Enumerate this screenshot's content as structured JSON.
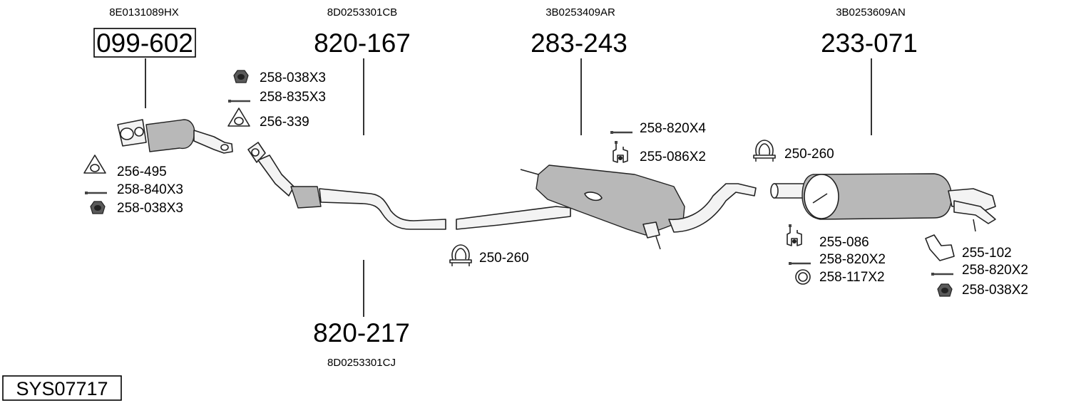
{
  "system_code": "SYS07717",
  "parts": [
    {
      "oem": "8E0131089HX",
      "number": "099-602"
    },
    {
      "oem": "8D0253301CB",
      "number": "820-167"
    },
    {
      "oem": "3B0253409AR",
      "number": "283-243"
    },
    {
      "oem": "3B0253609AN",
      "number": "233-071"
    },
    {
      "oem": "8D0253301CJ",
      "number": "820-217"
    }
  ],
  "fittings": {
    "cat_left": [
      "256-495",
      "258-840X3",
      "258-038X3"
    ],
    "cat_right": [
      "258-038X3",
      "258-835X3",
      "256-339"
    ],
    "clamp_front": "250-260",
    "mid_hanger": [
      "258-820X4",
      "255-086X2"
    ],
    "clamp_rear": "250-260",
    "rear_left": [
      "255-086",
      "258-820X2",
      "258-117X2"
    ],
    "rear_right": [
      "255-102",
      "258-820X2",
      "258-038X2"
    ]
  },
  "icons": [
    "nut-icon",
    "bolt-icon",
    "gasket-icon",
    "clamp-icon",
    "hanger-icon",
    "ring-icon",
    "bracket-icon"
  ]
}
